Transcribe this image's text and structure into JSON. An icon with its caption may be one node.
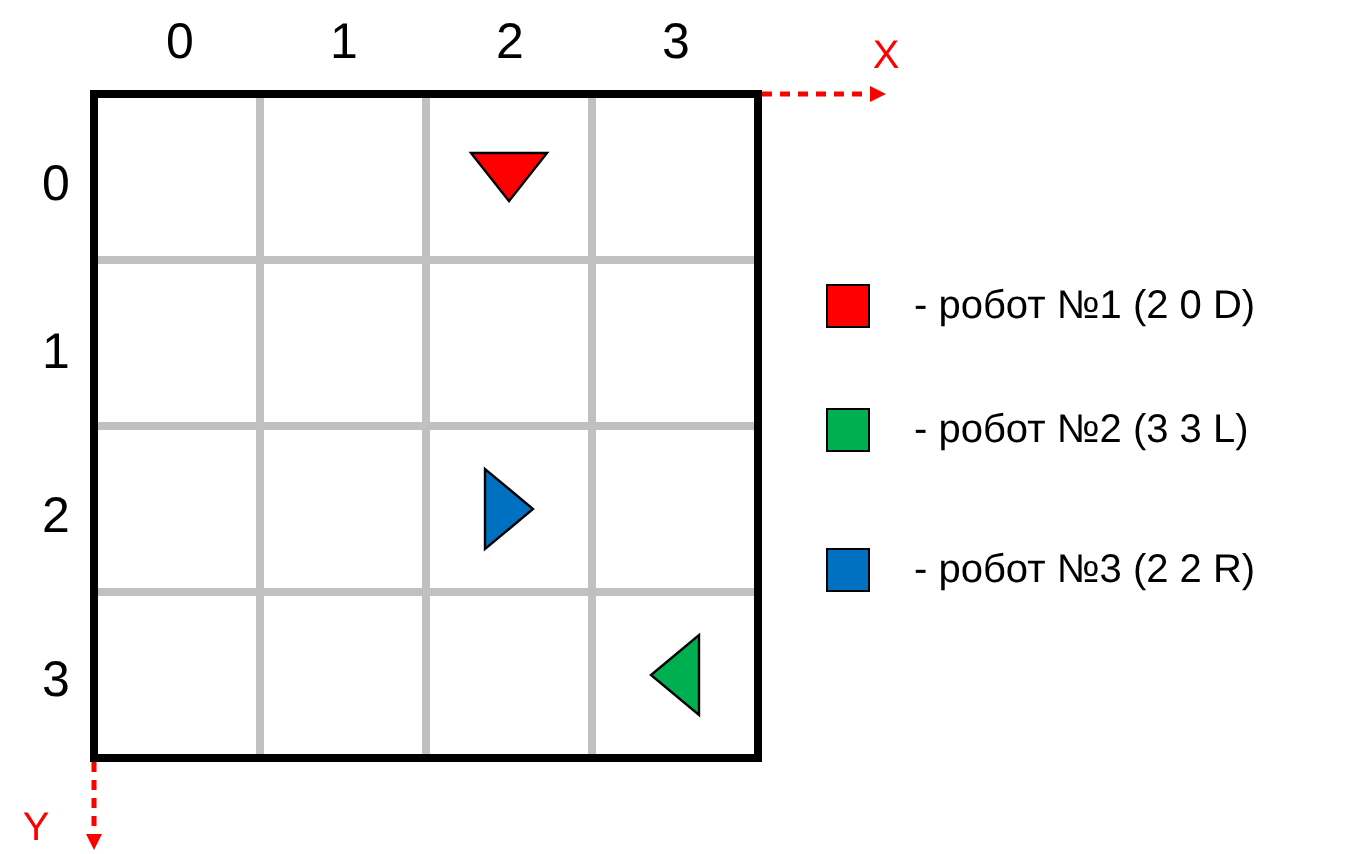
{
  "diagram": {
    "labels": [
      "0",
      "1",
      "2",
      "3",
      "X",
      "0",
      "1",
      "2",
      "3",
      "Y"
    ],
    "legend": [
      {
        "text": "- робот №1 (2 0 D)",
        "color": "#ff0000"
      },
      {
        "text": "- робот №2 (3 3 L)",
        "color": "#00b050"
      },
      {
        "text": "- робот №3 (2 2 R)",
        "color": "#0070c0"
      }
    ]
  }
}
